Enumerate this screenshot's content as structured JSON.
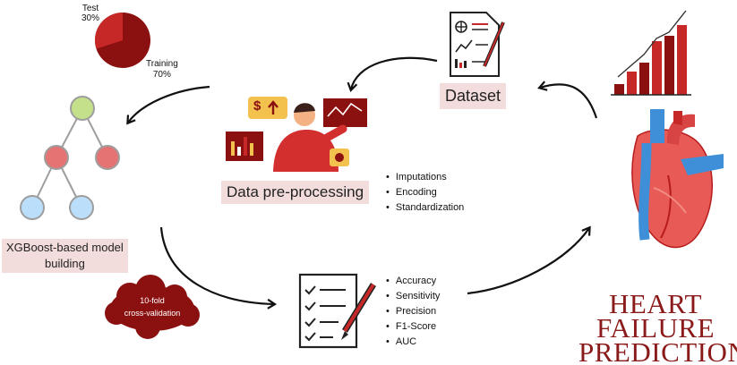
{
  "pie": {
    "test_label": "Test",
    "test_pct": "30%",
    "training_label": "Training",
    "training_pct": "70%",
    "test_fraction": 0.3
  },
  "steps": {
    "dataset": "Dataset",
    "preprocessing": "Data pre-processing",
    "model_line1": "XGBoost-based model",
    "model_line2": "building",
    "cv_line1": "10-fold",
    "cv_line2": "cross-validation"
  },
  "preprocessing_items": [
    "Imputations",
    "Encoding",
    "Standardization"
  ],
  "metrics": [
    "Accuracy",
    "Sensitivity",
    "Precision",
    "F1-Score",
    "AUC"
  ],
  "title_lines": [
    "HEART",
    "FAILURE",
    "PREDICTION"
  ],
  "icon_glyphs": {
    "dollar": "$"
  },
  "colors": {
    "dark_red": "#8b1010",
    "red": "#c62828",
    "pink_box": "#f3dcdc",
    "tree_root": "#c5e08a",
    "tree_mid": "#e57373",
    "tree_leaf": "#bbdefb",
    "heart_blue": "#3f8fd8"
  }
}
